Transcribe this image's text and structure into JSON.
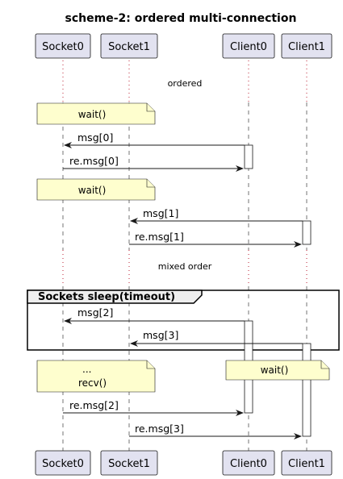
{
  "title": "scheme-2: ordered multi-connection",
  "participants": [
    "Socket0",
    "Socket1",
    "Client0",
    "Client1"
  ],
  "dividers": [
    "ordered",
    "mixed order"
  ],
  "notes": {
    "wait1": "wait()",
    "wait2": "wait()",
    "recv_line1": "...",
    "recv_line2": "recv()",
    "client_wait": "wait()"
  },
  "group": {
    "label": "Sockets sleep(timeout)"
  },
  "messages": [
    {
      "label": "msg[0]"
    },
    {
      "label": "re.msg[0]"
    },
    {
      "label": "msg[1]"
    },
    {
      "label": "re.msg[1]"
    },
    {
      "label": "msg[2]"
    },
    {
      "label": "msg[3]"
    },
    {
      "label": "re.msg[2]"
    },
    {
      "label": "re.msg[3]"
    }
  ]
}
